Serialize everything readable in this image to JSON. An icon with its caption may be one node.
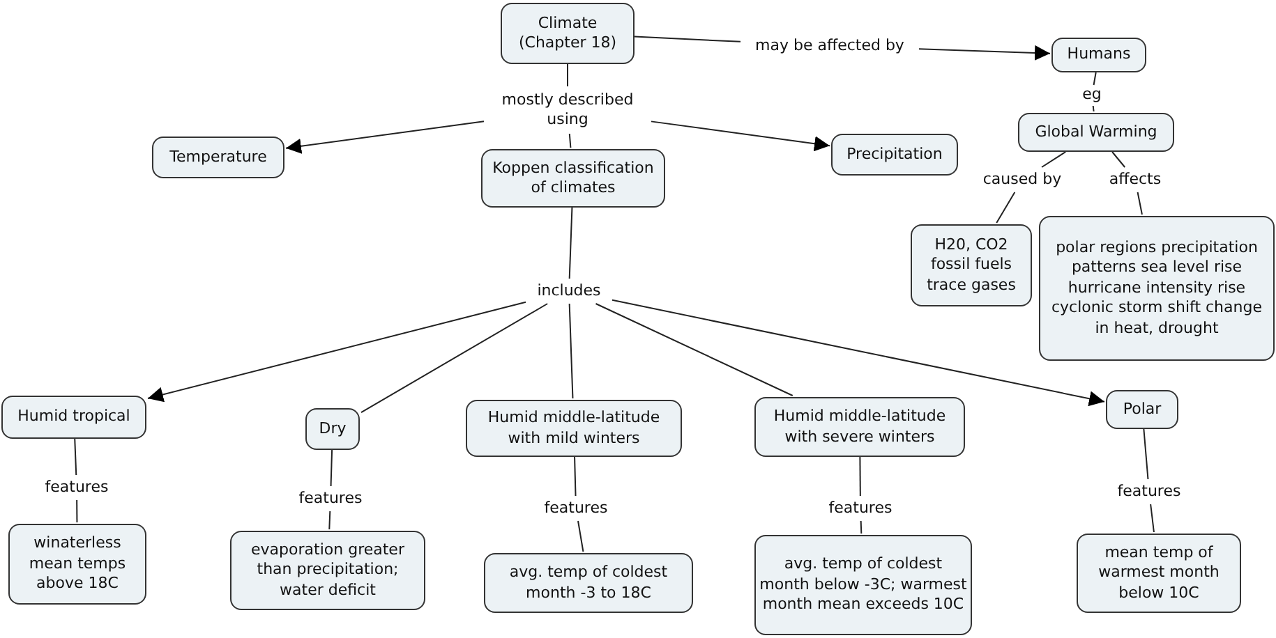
{
  "diagram": {
    "nodes": [
      {
        "text": [
          "Climate (Chapter 18)"
        ]
      },
      {
        "text": [
          "may be affected by"
        ]
      },
      {
        "text": [
          "Humans"
        ]
      },
      {
        "text": [
          "eg"
        ]
      },
      {
        "text": [
          "Global Warming"
        ]
      },
      {
        "text": [
          "mostly described using"
        ]
      },
      {
        "text": [
          "Temperature"
        ]
      },
      {
        "text": [
          "Precipitation"
        ]
      },
      {
        "text": [
          "Koppen classification of climates"
        ]
      },
      {
        "text": [
          "caused by"
        ]
      },
      {
        "text": [
          "affects"
        ]
      },
      {
        "text": [
          "H20, CO2 fossil fuels trace gases"
        ]
      },
      {
        "text": [
          "polar regions precipitation patterns sea level rise hurricane intensity rise cyclonic storm shift change in heat, drought"
        ]
      },
      {
        "text": [
          "includes"
        ]
      },
      {
        "text": [
          "Humid tropical"
        ]
      },
      {
        "text": [
          "Dry"
        ]
      },
      {
        "text": [
          "Humid middle-latitude with mild winters"
        ]
      },
      {
        "text": [
          "Humid middle-latitude with severe winters"
        ]
      },
      {
        "text": [
          "Polar"
        ]
      },
      {
        "text": [
          "features"
        ]
      },
      {
        "text": [
          "features"
        ]
      },
      {
        "text": [
          "features"
        ]
      },
      {
        "text": [
          "features"
        ]
      },
      {
        "text": [
          "features"
        ]
      },
      {
        "text": [
          "winaterless mean temps above 18C"
        ]
      },
      {
        "text": [
          "evaporation greater than precipitation; water deficit"
        ]
      },
      {
        "text": [
          "avg. temp of coldest month -3 to 18C"
        ]
      },
      {
        "text": [
          "avg. temp of coldest month below -3C; warmest month mean exceeds 10C"
        ]
      },
      {
        "text": [
          "mean temp of warmest month below 10C"
        ]
      }
    ],
    "edges": [
      {
        "from": 0,
        "to": 5,
        "arrow": "none"
      },
      {
        "from": 5,
        "to": 6,
        "arrow": "to"
      },
      {
        "from": 5,
        "to": 7,
        "arrow": "to"
      },
      {
        "from": 5,
        "to": 8,
        "arrow": "none"
      },
      {
        "from": 0,
        "to": 1,
        "arrow": "none"
      },
      {
        "from": 1,
        "to": 2,
        "arrow": "to"
      },
      {
        "from": 2,
        "to": 3,
        "arrow": "none"
      },
      {
        "from": 3,
        "to": 4,
        "arrow": "none"
      },
      {
        "from": 4,
        "to": 9,
        "arrow": "none"
      },
      {
        "from": 4,
        "to": 10,
        "arrow": "none"
      },
      {
        "from": 9,
        "to": 11,
        "arrow": "none"
      },
      {
        "from": 10,
        "to": 12,
        "arrow": "none"
      },
      {
        "from": 8,
        "to": 13,
        "arrow": "none"
      },
      {
        "from": 13,
        "to": 14,
        "arrow": "to"
      },
      {
        "from": 13,
        "to": 15,
        "arrow": "none"
      },
      {
        "from": 13,
        "to": 16,
        "arrow": "none"
      },
      {
        "from": 13,
        "to": 17,
        "arrow": "none"
      },
      {
        "from": 13,
        "to": 18,
        "arrow": "to"
      },
      {
        "from": 14,
        "to": 19,
        "arrow": "none"
      },
      {
        "from": 19,
        "to": 24,
        "arrow": "none"
      },
      {
        "from": 15,
        "to": 20,
        "arrow": "none"
      },
      {
        "from": 20,
        "to": 25,
        "arrow": "none"
      },
      {
        "from": 16,
        "to": 21,
        "arrow": "none"
      },
      {
        "from": 21,
        "to": 26,
        "arrow": "none"
      },
      {
        "from": 17,
        "to": 22,
        "arrow": "none"
      },
      {
        "from": 22,
        "to": 27,
        "arrow": "none"
      },
      {
        "from": 18,
        "to": 23,
        "arrow": "none"
      },
      {
        "from": 23,
        "to": 28,
        "arrow": "none"
      }
    ]
  }
}
